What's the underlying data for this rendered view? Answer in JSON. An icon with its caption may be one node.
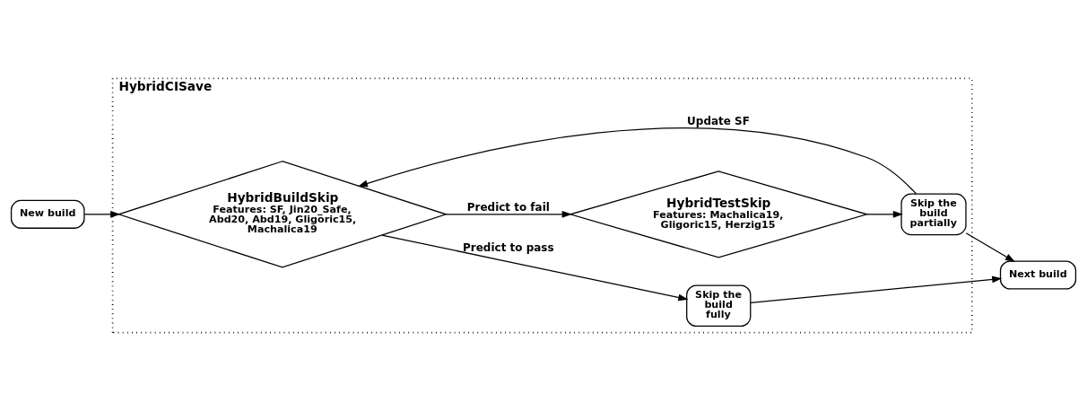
{
  "diagram": {
    "nodes": [
      {
        "text": [
          "HybridCISave"
        ]
      },
      {
        "text": [
          "New build"
        ]
      },
      {
        "text": [
          "HybridBuildSkip",
          "Features: SF, Jin20_Safe, Abd20, Abd19, Gligoric15, Machalica19"
        ],
        "in": 0
      },
      {
        "text": [
          "Skip the build fully"
        ],
        "in": 0
      },
      {
        "text": [
          "Skip the build partially"
        ],
        "in": 0
      },
      {
        "text": [
          "HybridTestSkip",
          "Features: Machalica19, Gligoric15, Herzig15"
        ],
        "in": 0
      },
      {
        "text": [
          "Next build"
        ]
      }
    ],
    "edges": [
      {
        "from": 1,
        "to": 2,
        "arrow": "to"
      },
      {
        "from": 2,
        "to": 3,
        "arrow": "to",
        "label": "Predict to pass"
      },
      {
        "from": 4,
        "to": 2,
        "arrow": "to",
        "label": "Update SF"
      },
      {
        "from": 2,
        "to": 5,
        "arrow": "to",
        "label": "Predict to fail"
      },
      {
        "from": 5,
        "to": 4,
        "arrow": "to"
      },
      {
        "from": 3,
        "to": 6,
        "arrow": "to"
      },
      {
        "from": 4,
        "to": 6,
        "arrow": "to"
      }
    ]
  }
}
